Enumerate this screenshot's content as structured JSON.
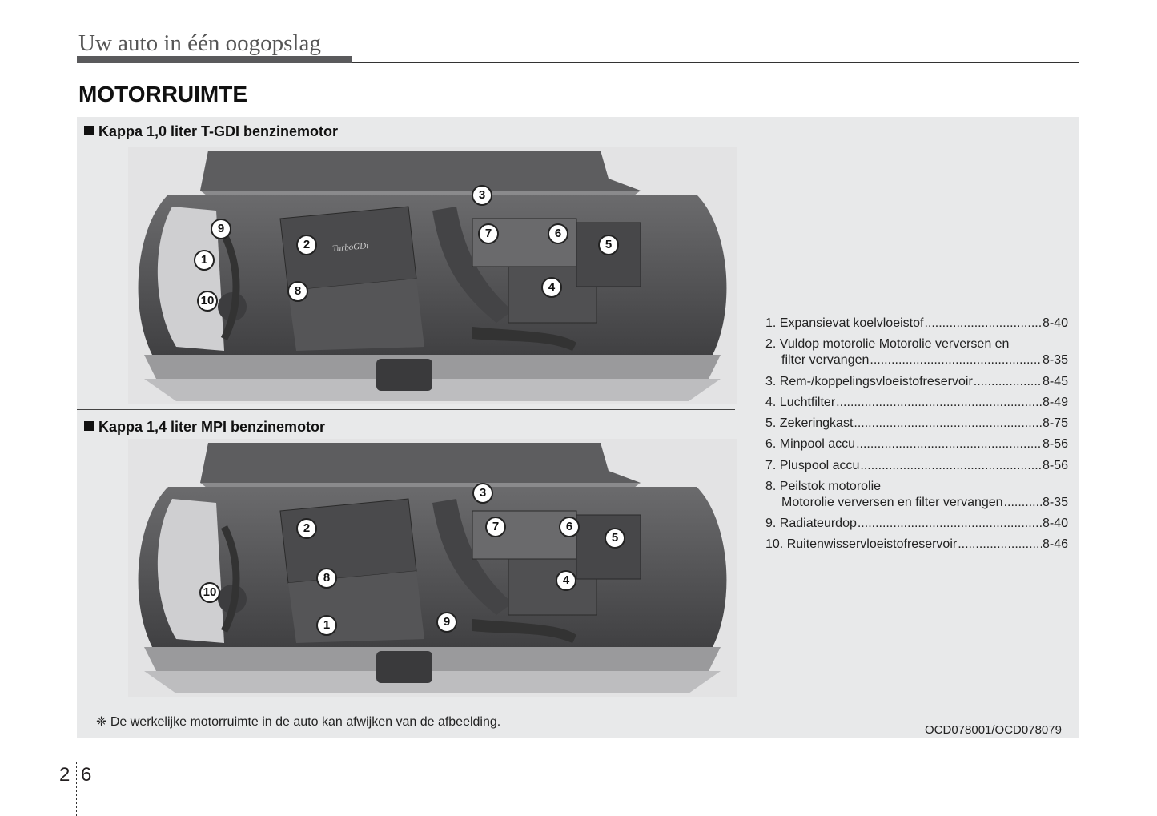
{
  "header": {
    "chapter": "Uw auto in één oogopslag",
    "title": "MOTORRUIMTE"
  },
  "engines": [
    {
      "heading": "Kappa 1,0 liter T-GDI benzinemotor",
      "badge": "TurboGDi",
      "callouts": [
        "1",
        "2",
        "3",
        "4",
        "5",
        "6",
        "7",
        "8",
        "9",
        "10"
      ]
    },
    {
      "heading": "Kappa 1,4 liter MPI benzinemotor",
      "callouts": [
        "1",
        "2",
        "3",
        "4",
        "5",
        "6",
        "7",
        "8",
        "9",
        "10"
      ]
    }
  ],
  "legend": [
    {
      "label": "1. Expansievat koelvloeistof",
      "page": "8-40"
    },
    {
      "label": "2. Vuldop motorolie Motorolie verversen en",
      "label2": "filter vervangen",
      "page": "8-35"
    },
    {
      "label": "3. Rem-/koppelingsvloeistofreservoir",
      "page": "8-45"
    },
    {
      "label": "4. Luchtfilter",
      "page": "8-49"
    },
    {
      "label": "5. Zekeringkast",
      "page": "8-75"
    },
    {
      "label": "6. Minpool accu",
      "page": "8-56"
    },
    {
      "label": "7. Pluspool accu",
      "page": "8-56"
    },
    {
      "label": "8. Peilstok motorolie",
      "label2": "Motorolie verversen en filter vervangen",
      "page": "8-35"
    },
    {
      "label": "9. Radiateurdop",
      "page": "8-40"
    },
    {
      "label": "10. Ruitenwisservloeistofreservoir",
      "page": "8-46"
    }
  ],
  "note": "❈ De werkelijke motorruimte in de auto kan afwijken van de afbeelding.",
  "image_code": "OCD078001/OCD078079",
  "page_number": {
    "chapter": "2",
    "page": "6"
  }
}
